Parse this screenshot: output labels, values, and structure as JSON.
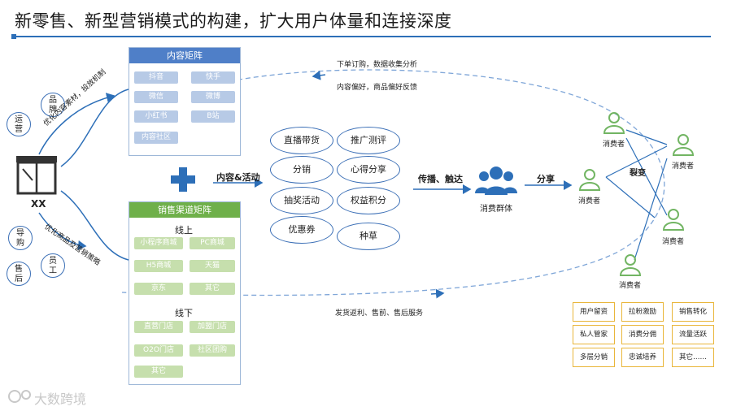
{
  "title": "新零售、新型营销模式的构建，扩大用户体量和连接深度",
  "store_label": "XX",
  "left_circles": {
    "brand": "品\n牌",
    "operation": "运\n营",
    "guide": "导\n购",
    "staff": "员\n工",
    "after_sale": "售\n后"
  },
  "arc_labels": {
    "top": "优化内容素材，投放机制",
    "bottom": "优化商品及营销策略"
  },
  "content_matrix": {
    "header": "内容矩阵",
    "items": [
      "抖音",
      "快手",
      "微信",
      "微博",
      "小红书",
      "B站",
      "内容社区"
    ]
  },
  "sales_matrix": {
    "header": "销售渠道矩阵",
    "online_label": "线上",
    "online_items": [
      "小程序商城",
      "PC商城",
      "H5商城",
      "天猫",
      "京东",
      "其它"
    ],
    "offline_label": "线下",
    "offline_items": [
      "直营门店",
      "加盟门店",
      "O2O门店",
      "社区团购",
      "其它"
    ]
  },
  "plus_label": "内容&活动",
  "activities": [
    "直播带货",
    "推广测评",
    "分销",
    "心得分享",
    "抽奖活动",
    "权益积分",
    "优惠券",
    "种草"
  ],
  "spread_label": "传播、触达",
  "group_label": "消费群体",
  "share_label": "分享",
  "fission_label": "裂变",
  "consumer_label": "消费者",
  "top_notes": [
    "下单订购，数据收集分析",
    "内容偏好，商品偏好反馈"
  ],
  "bottom_note": "发货返利、售前、售后服务",
  "tags": [
    "用户留资",
    "拉粉激励",
    "销售转化",
    "私人管家",
    "消费分佣",
    "流量活跃",
    "多层分销",
    "忠诚培养",
    "其它……"
  ],
  "watermark": "大数跨境",
  "colors": {
    "accent_blue": "#2d6fb8",
    "panel_blue": "#4f7fc8",
    "panel_green": "#6fb04a",
    "consumer_green": "#72b563",
    "tag_border": "#e9b63a"
  }
}
